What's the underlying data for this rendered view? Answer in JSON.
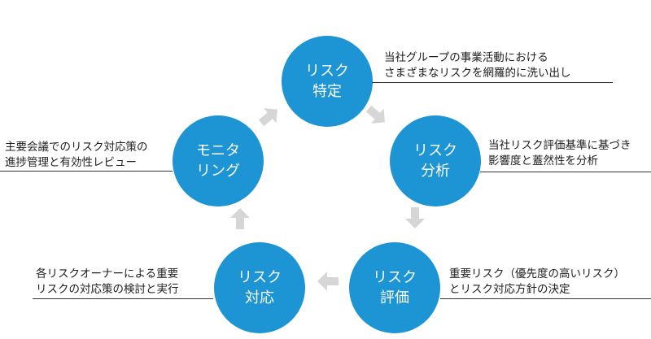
{
  "colors": {
    "node_fill": "#1d94d3",
    "node_text": "#ffffff",
    "arrow_fill": "#d6d6d6",
    "rule": "#333333"
  },
  "nodes": {
    "identify": {
      "line1": "リスク",
      "line2": "特定"
    },
    "analyze": {
      "line1": "リスク",
      "line2": "分析"
    },
    "evaluate": {
      "line1": "リスク",
      "line2": "評価"
    },
    "respond": {
      "line1": "リスク",
      "line2": "対応"
    },
    "monitor": {
      "line1": "モニタ",
      "line2": "リング"
    }
  },
  "notes": {
    "identify": {
      "line1": "当社グループの事業活動における",
      "line2": "さまざまなリスクを網羅的に洗い出し"
    },
    "analyze": {
      "line1": "当社リスク評価基準に基づき",
      "line2": "影響度と蓋然性を分析"
    },
    "evaluate": {
      "line1": "重要リスク（優先度の高いリスク）",
      "line2": "とリスク対応方針の決定"
    },
    "respond": {
      "line1": "各リスクオーナーによる重要",
      "line2": "リスクの対応策の検討と実行"
    },
    "monitor": {
      "line1": "主要会議でのリスク対応策の",
      "line2": "進捗管理と有効性レビュー"
    }
  },
  "arrows": [
    {
      "name": "arrow-identify-to-analyze-icon",
      "direction": "down-right"
    },
    {
      "name": "arrow-analyze-to-evaluate-icon",
      "direction": "down"
    },
    {
      "name": "arrow-evaluate-to-respond-icon",
      "direction": "left"
    },
    {
      "name": "arrow-respond-to-monitor-icon",
      "direction": "up"
    },
    {
      "name": "arrow-monitor-to-identify-icon",
      "direction": "up-right"
    }
  ]
}
